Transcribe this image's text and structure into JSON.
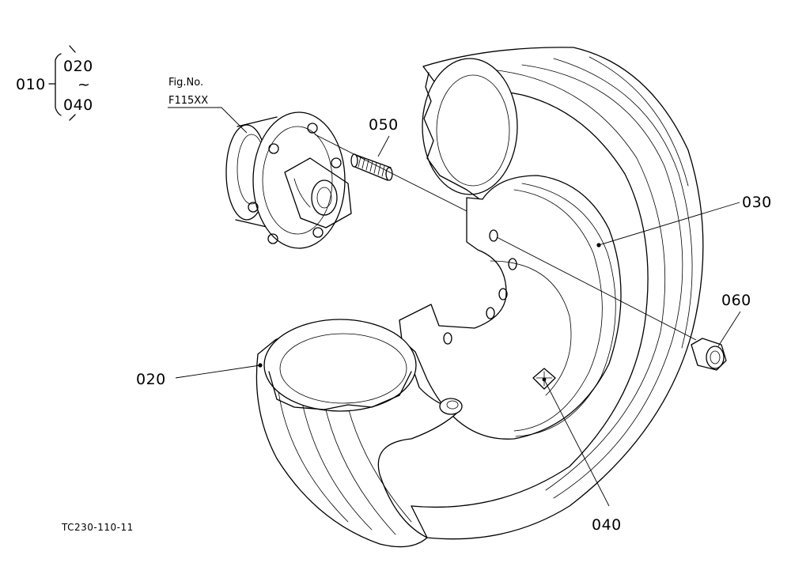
{
  "diagram": {
    "assembly": {
      "parent": "010",
      "first": "020",
      "range_mark": "~",
      "last": "040"
    },
    "figure_reference": {
      "label": "Fig.No.",
      "number": "F115XX"
    },
    "callouts": {
      "tire": "020",
      "wheel_rim": "030",
      "valve": "040",
      "stud_bolt": "050",
      "nut": "060"
    },
    "drawing_code": "TC230-110-11"
  }
}
